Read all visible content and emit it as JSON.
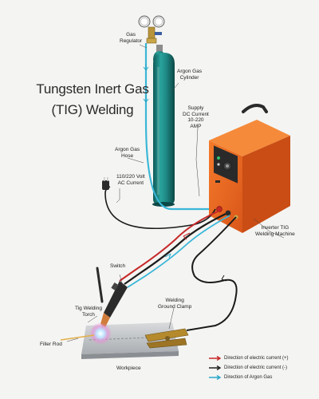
{
  "title": {
    "line1": "Tungsten Inert Gas",
    "line2": "(TIG) Welding"
  },
  "labels": {
    "gas_regulator": [
      "Gas",
      "Regulator"
    ],
    "argon_cylinder": [
      "Argon Gas",
      "Cylinder"
    ],
    "supply_current": [
      "Supply",
      "DC Current",
      "10-220",
      "AMP"
    ],
    "argon_hose": [
      "Argon Gas",
      "Hose"
    ],
    "ac_current": [
      "110/220 Volt",
      "AC Current"
    ],
    "machine": [
      "Inverter TIG",
      "Welding Machine"
    ],
    "switch": "Switch",
    "torch": [
      "Tig Welding",
      "Torch"
    ],
    "ground_clamp": [
      "Welding",
      "Ground Clamp"
    ],
    "filler_rod": "Filler Rod",
    "workpiece": "Workpiece"
  },
  "legend": [
    {
      "text": "Direction of electric current (+)",
      "color": "#c62828"
    },
    {
      "text": "Direction of electric current (-)",
      "color": "#222222"
    },
    {
      "text": "Direction of Argon Gas",
      "color": "#29a8c9"
    }
  ],
  "colors": {
    "machine": "#ef6a1f",
    "cylinder": "#1f8a86",
    "argon": "#29a8c9",
    "positive": "#c62828",
    "negative": "#222222"
  }
}
